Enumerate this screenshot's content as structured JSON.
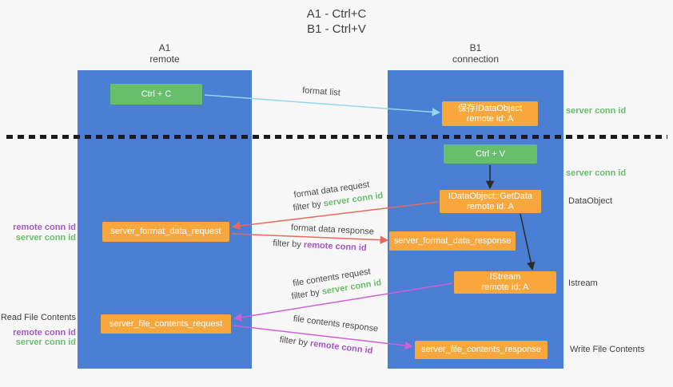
{
  "title": {
    "line1": "A1 - Ctrl+C",
    "line2": "B1 - Ctrl+V"
  },
  "lanes": {
    "left": {
      "name": "A1",
      "subtitle": "remote"
    },
    "right": {
      "name": "B1",
      "subtitle": "connection"
    }
  },
  "nodes": {
    "ctrl_c": {
      "label": "Ctrl + C"
    },
    "ctrl_v": {
      "label": "Ctrl + V"
    },
    "save_idataobject": {
      "line1": "保存IDataObject",
      "line2": "remote id: A"
    },
    "getdata": {
      "line1": "IDataObject::GetData",
      "line2": "remote id: A"
    },
    "istream": {
      "line1": "IStream",
      "line2": "remote id: A"
    },
    "server_format_data_request": {
      "label": "server_format_data_request"
    },
    "server_format_data_response": {
      "label": "server_format_data_response"
    },
    "server_file_contents_request": {
      "label": "server_file_contents_request"
    },
    "server_file_contents_response": {
      "label": "server_file_contents_response"
    }
  },
  "arrow_labels": {
    "format_list": "format list",
    "format_data_request": "format data request",
    "format_data_response": "format data response",
    "file_contents_request": "file contents request",
    "file_contents_response": "file contents response",
    "filter_by": "filter by ",
    "server_conn_id": "server conn id",
    "remote_conn_id": "remote conn id"
  },
  "side_labels": {
    "right": {
      "server_conn_id_top": "server conn id",
      "server_conn_id_mid": "server conn id",
      "dataobject": "DataObject",
      "istream": "Istream",
      "write_file_contents": "Write File Contents"
    },
    "left": {
      "remote_conn_id_top": "remote conn id",
      "server_conn_id_top": "server conn id",
      "read_file_contents": "Read File Contents",
      "remote_conn_id_bottom": "remote conn id",
      "server_conn_id_bottom": "server conn id"
    }
  },
  "colors": {
    "lane_blue": "#4a7fd4",
    "box_green": "#67bf6b",
    "box_orange": "#f7a73c",
    "arrow_blue": "#92d6f0",
    "arrow_red": "#e8695a",
    "arrow_magenta": "#ce5fd6",
    "text_green": "#67bf6b",
    "text_purple": "#a855c8"
  }
}
